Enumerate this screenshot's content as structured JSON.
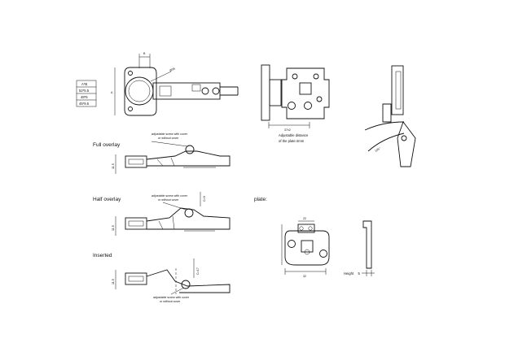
{
  "labels": {
    "full_overlay": "Full overlay",
    "half_overlay": "Half overlay",
    "inserted": "Inserted",
    "plate": "plate:",
    "adjustable_distance_line1": "Adjustable distance",
    "adjustable_distance_line2": "of the plate:4mm",
    "height": "Height　 5",
    "screw_note_line1": "adjustable screw with cover",
    "screw_note_line2": "or without cover",
    "dim_a": "A",
    "dim_b": "B",
    "dim_37x2": "37x2",
    "dim_32": "32",
    "dim_11_5": "11.5",
    "dim_c9": "C=9",
    "dim_c17": "C=17",
    "dim_r35": "Ø35",
    "dim_angle": "105°",
    "dim_22": "22"
  },
  "table": {
    "header": "A*B",
    "rows": [
      "52*5.5",
      "48*6",
      "45*9.5"
    ]
  }
}
